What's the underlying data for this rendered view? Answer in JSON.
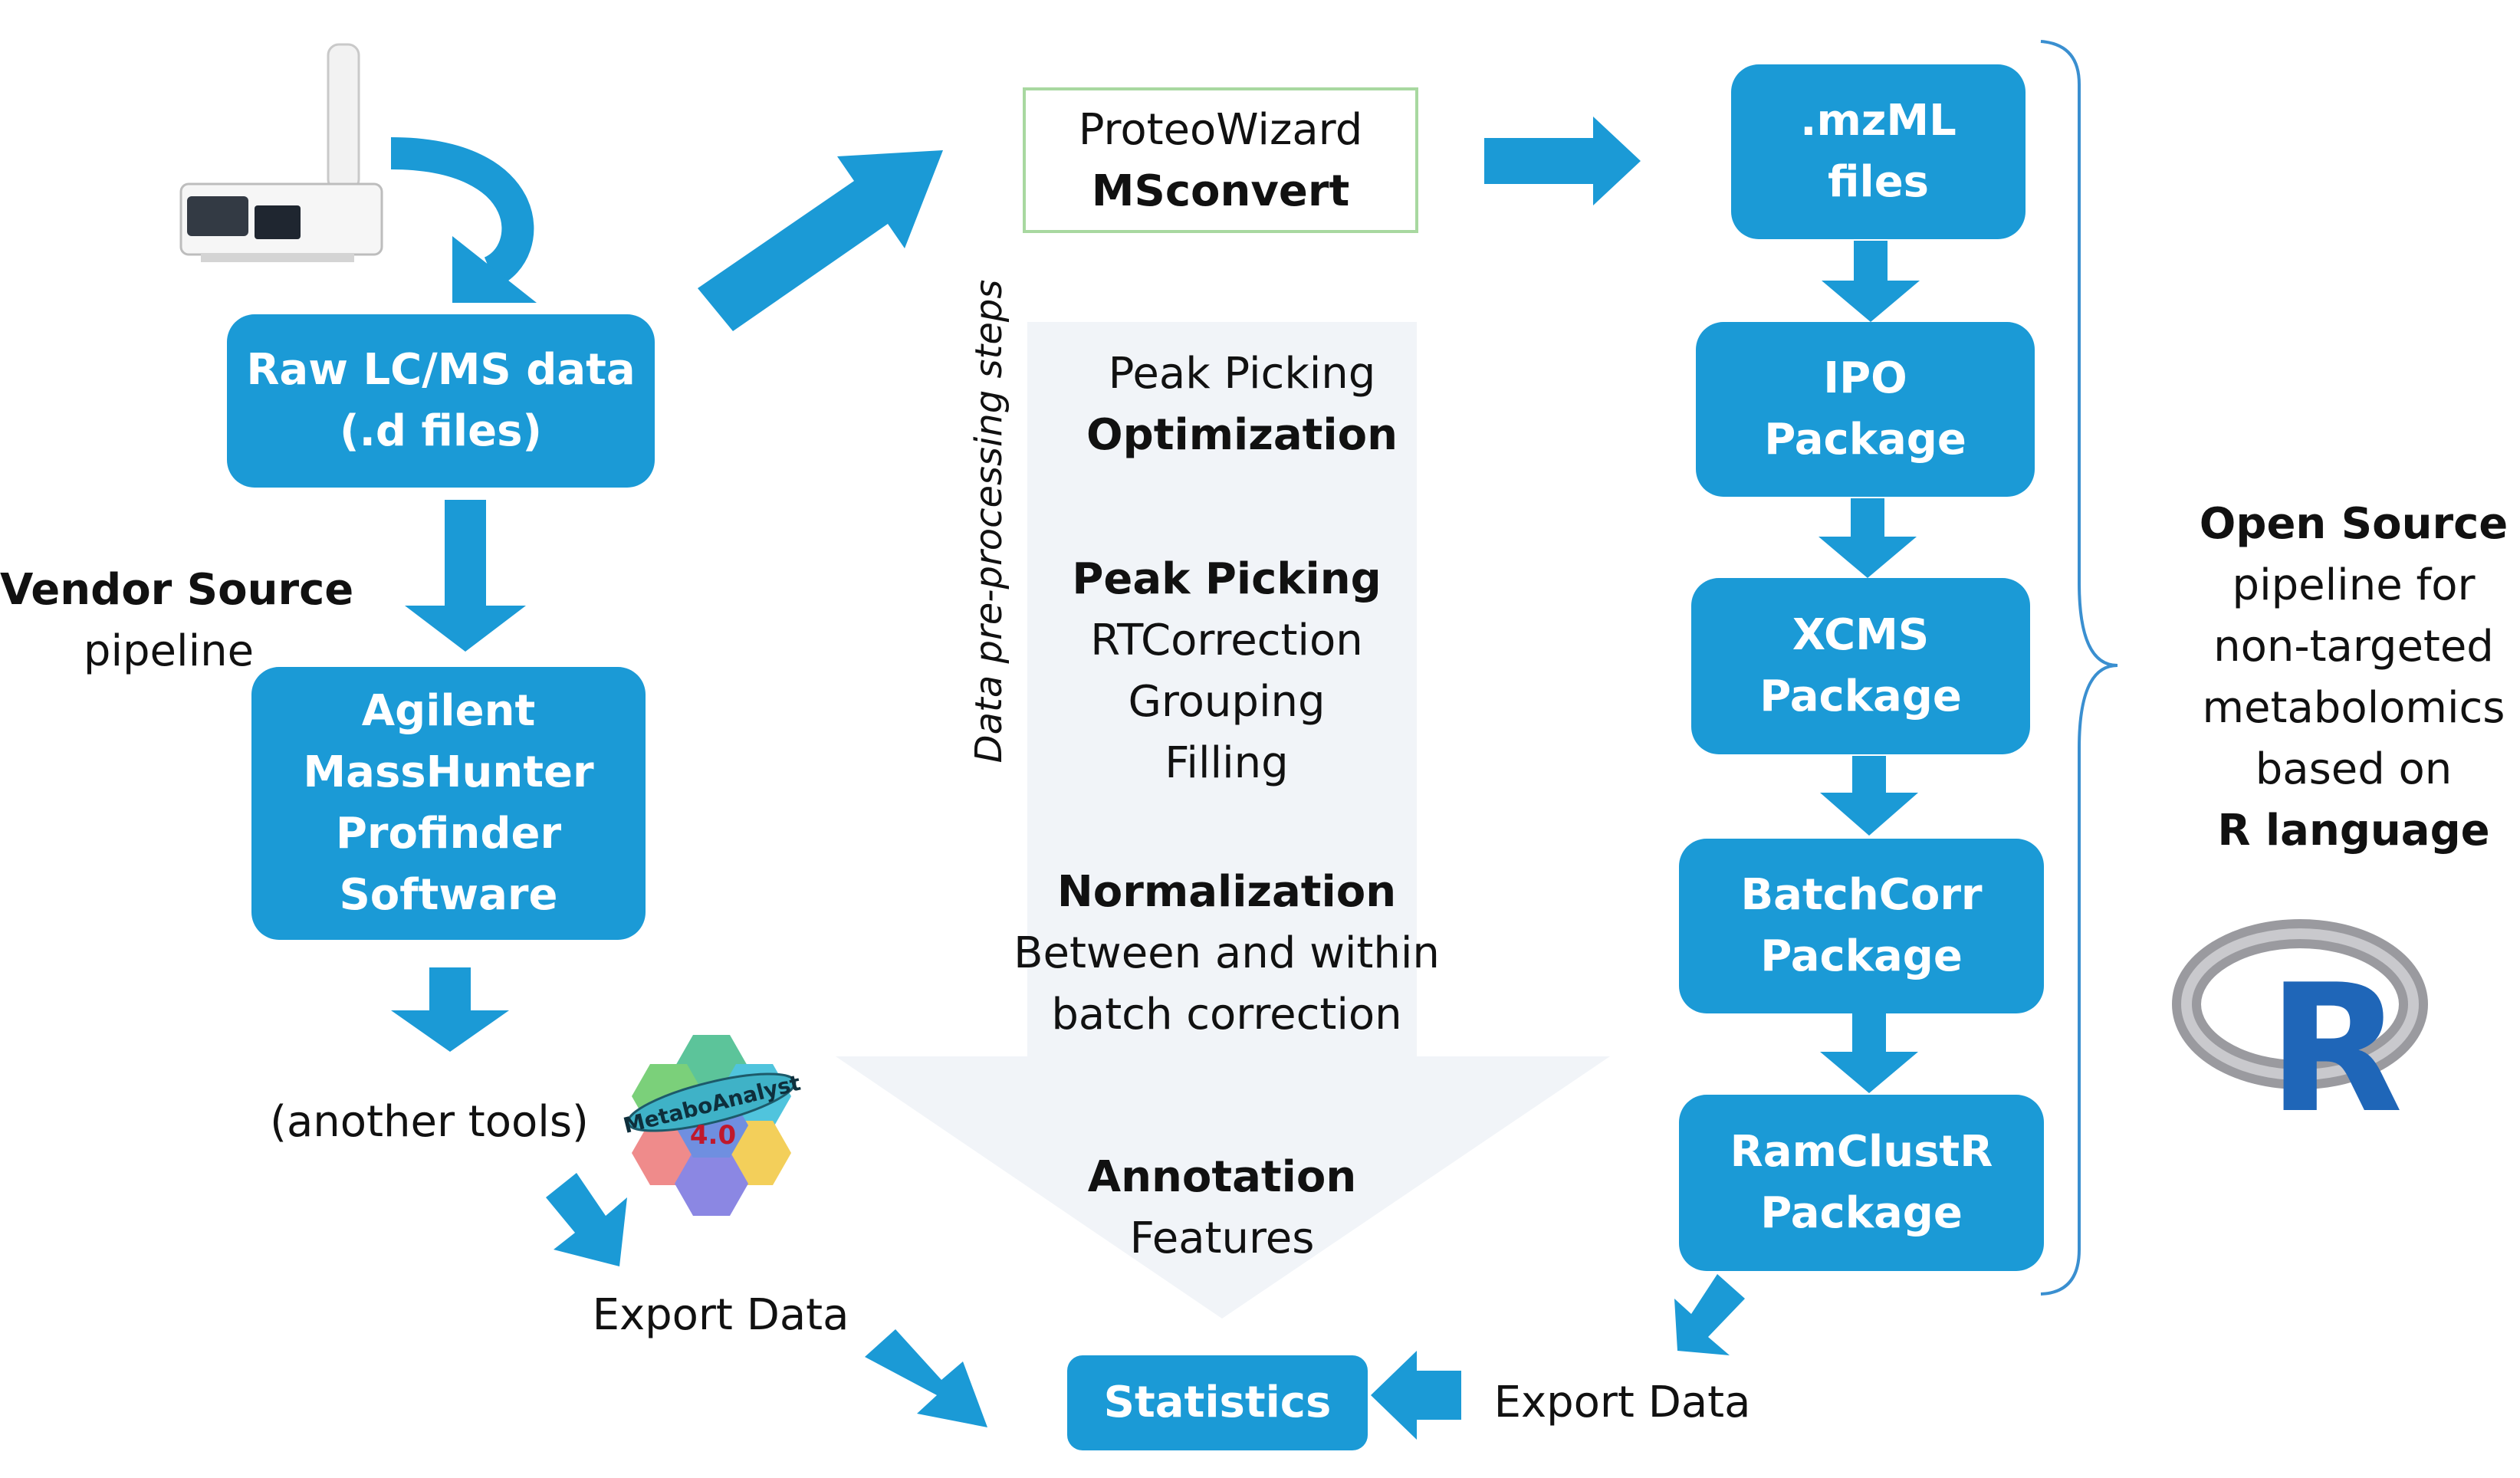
{
  "vendor_pipeline": {
    "instrument_label": "LC/MS instrument",
    "raw_data": [
      "Raw LC/MS data",
      "(.d  files)"
    ],
    "vendor_label_bold": "Vendor Source",
    "vendor_label_rest": "pipeline",
    "software": [
      "Agilent",
      "MassHunter",
      "Profinder",
      "Software"
    ],
    "other_tools": "(another tools)",
    "logo_text": "MetaboAnalyst",
    "logo_version": "4.0",
    "export_left": "Export Data"
  },
  "converter": {
    "line1": "ProteoWizard",
    "line2": "MSconvert"
  },
  "preprocessing": {
    "vertical_label": "Data pre-processing steps",
    "group1_line1": "Peak Picking",
    "group1_line2": "Optimization",
    "group2_line1": "Peak Picking",
    "group2_line2": "RTCorrection",
    "group2_line3": "Grouping",
    "group2_line4": "Filling",
    "group3_line1": "Normalization",
    "group3_line2": "Between and within",
    "group3_line3": "batch correction",
    "group4_line1": "Annotation",
    "group4_line2": "Features"
  },
  "r_pipeline": {
    "mzml": [
      ".mzML",
      "files"
    ],
    "ipo": [
      "IPO",
      "Package"
    ],
    "xcms": [
      "XCMS",
      "Package"
    ],
    "batchcorr": [
      "BatchCorr",
      "Package"
    ],
    "ramclustr": [
      "RamClustR",
      "Package"
    ],
    "export_right": "Export Data",
    "open_source": [
      "Open Source",
      "pipeline for",
      "non-targeted",
      "metabolomics",
      "based on",
      "R language"
    ],
    "r_logo_letter": "R"
  },
  "statistics": "Statistics",
  "colors": {
    "box": "#1b9ad6",
    "arrow": "#1b9ad6",
    "brace": "#3a8fd0",
    "preprocess_bg": "#f1f4f8",
    "converter_border": "#a8d8a0"
  },
  "icons": [
    "lc-ms-instrument-icon",
    "metaboanalyst-logo-icon",
    "r-logo-icon"
  ]
}
